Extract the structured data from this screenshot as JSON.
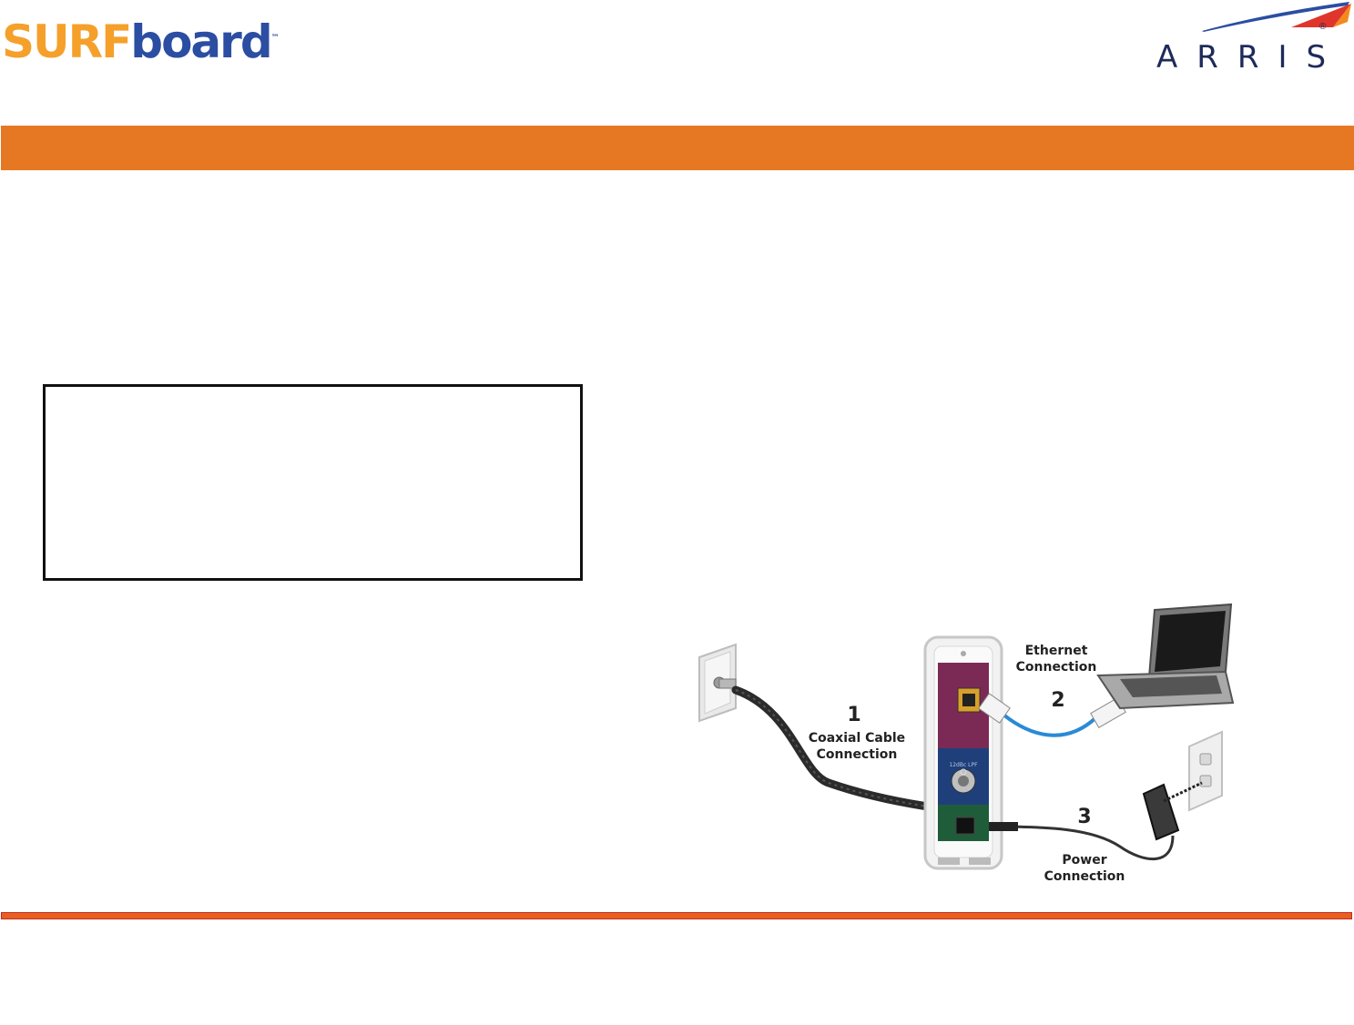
{
  "brand": {
    "surfboard_part1": "SURF",
    "surfboard_part2": "board",
    "surfboard_tm": "™",
    "arris": "ARRIS",
    "arris_registered": "®",
    "surf_orange": "#f5a02a",
    "surf_blue": "#2b4ea2",
    "arris_navy": "#1e2a5a"
  },
  "layout_colors": {
    "header_bar": "#e67823",
    "footer_bar": "#e8601e"
  },
  "diagram": {
    "step1_number": "1",
    "step1_label_line1": "Coaxial Cable",
    "step1_label_line2": "Connection",
    "step2_number": "2",
    "step2_label_line1": "Ethernet",
    "step2_label_line2": "Connection",
    "step3_number": "3",
    "step3_label_line1": "Power",
    "step3_label_line2": "Connection",
    "modem_port_label": "12dBc LPF",
    "ethernet_cable_color": "#2a8ad6",
    "coax_cable_color": "#2b2b2b"
  }
}
